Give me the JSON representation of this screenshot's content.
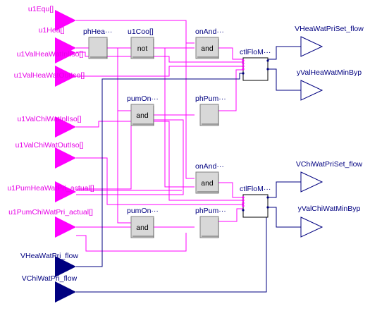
{
  "colors": {
    "boolean": "#ff00ff",
    "real": "#000080",
    "block_fill": "#d8d8d8"
  },
  "inputs": {
    "u1Equ": "u1Equ[]",
    "u1Hea": "u1Hea[]",
    "u1ValHeaWatInlIso": "u1ValHeaWatInlIso[]",
    "u1ValHeaWatOutIso": "u1ValHeaWatOutIso[]",
    "u1ValChiWatInlIso": "u1ValChiWatInlIso[]",
    "u1ValChiWatOutIso": "u1ValChiWatOutIso[]",
    "u1PumHeaWatPri_actual": "u1PumHeaWatPri_actual[]",
    "u1PumChiWatPri_actual": "u1PumChiWatPri_actual[]",
    "VHeaWatPri_flow": "VHeaWatPri_flow",
    "VChiWatPri_flow": "VChiWatPri_flow"
  },
  "blocks": {
    "phHea": {
      "name": "phHea···",
      "text": ""
    },
    "u1Coo": {
      "name": "u1Coo[]",
      "text": "not"
    },
    "onAndHea": {
      "name": "onAnd···",
      "text": "and"
    },
    "pumOnHea": {
      "name": "pumOn···",
      "text": "and"
    },
    "phPumHea": {
      "name": "phPum···",
      "text": ""
    },
    "ctlFloHea": {
      "name": "ctlFloM···"
    },
    "onAndChi": {
      "name": "onAnd···",
      "text": "and"
    },
    "pumOnChi": {
      "name": "pumOn···",
      "text": "and"
    },
    "phPumChi": {
      "name": "phPum···",
      "text": ""
    },
    "ctlFloChi": {
      "name": "ctlFloM···"
    }
  },
  "outputs": {
    "VHeaWatPriSet_flow": "VHeaWatPriSet_flow",
    "yValHeaWatMinByp": "yValHeaWatMinByp",
    "VChiWatPriSet_flow": "VChiWatPriSet_flow",
    "yValChiWatMinByp": "yValChiWatMinByp"
  }
}
